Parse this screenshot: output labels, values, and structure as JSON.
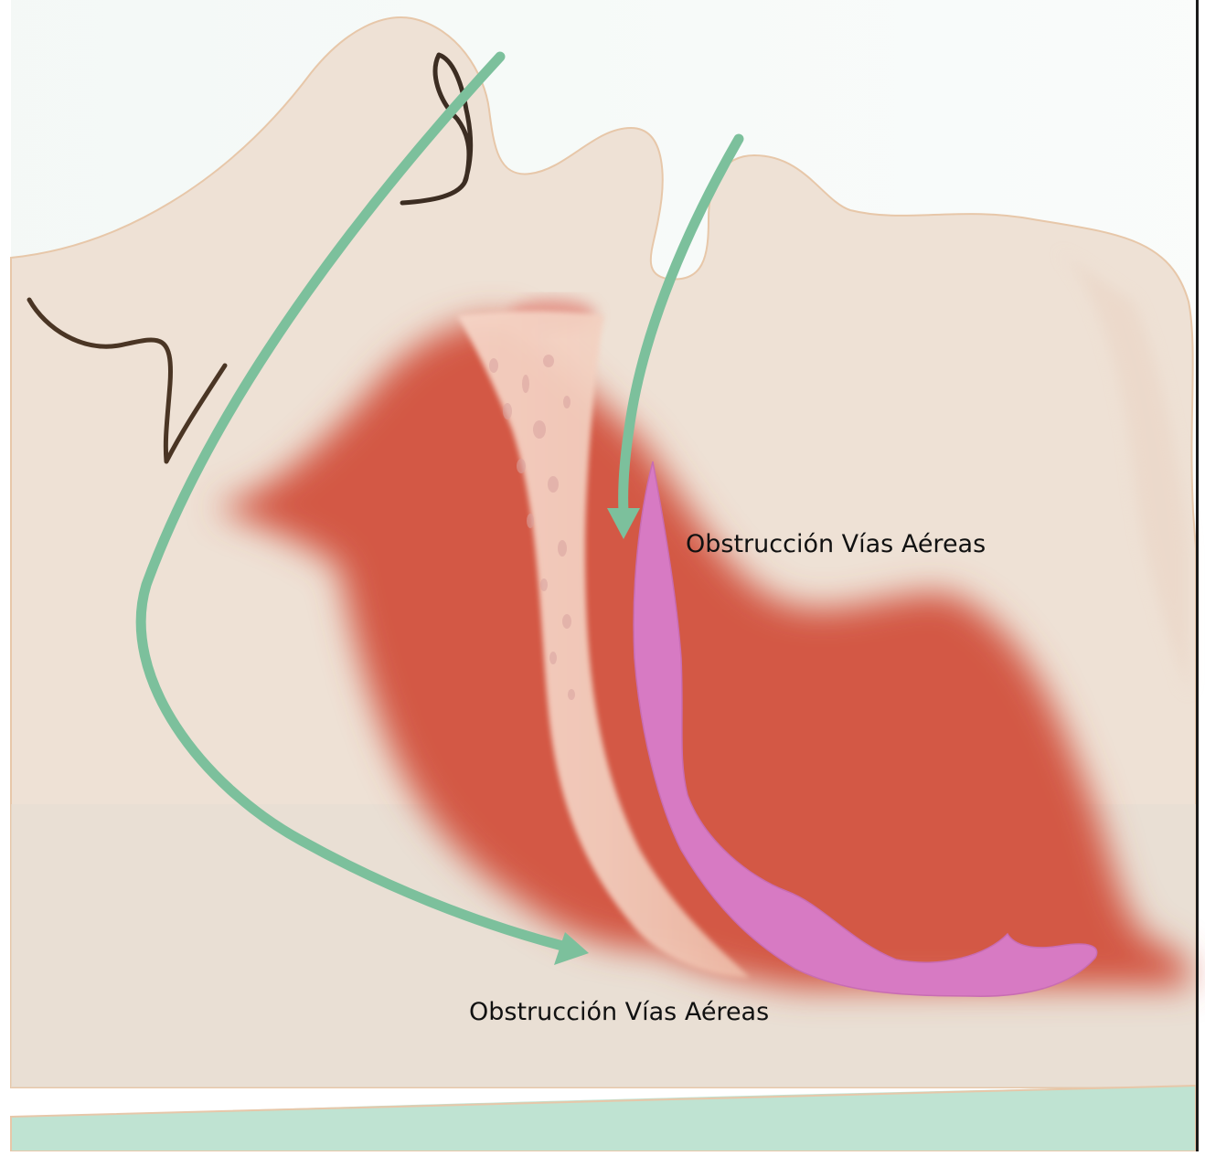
{
  "labels": {
    "upper_obstruction": "Obstrucción Vías Aéreas",
    "lower_obstruction": "Obstrucción Vías Aéreas"
  },
  "icons": {
    "airflow_arrow": "arrow-icon",
    "obstruction_flap": "soft-palate-shape"
  },
  "colors": {
    "skin": "#eee0d4",
    "tissue_red": "#d35b45",
    "airflow_green": "#7cc09c",
    "obstruction_pink": "#d77ac3",
    "hair_brown": "#4a3524",
    "pillow": "#bfe3d2"
  }
}
